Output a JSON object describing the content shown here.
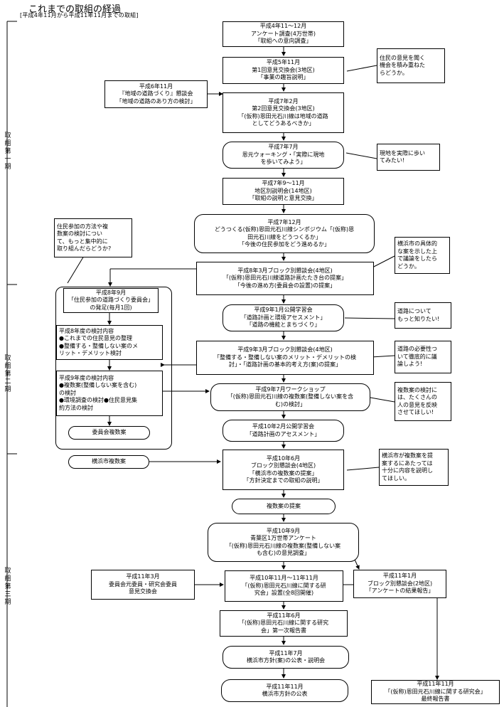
{
  "header": {
    "title": "これまでの取組の経過",
    "subtitle": "[平成4年11月から平成11年11月までの取組]"
  },
  "phases": [
    "取組第一期",
    "取組第二期",
    "取組第三期"
  ],
  "steps": {
    "s1": [
      "平成4年11～12月",
      "アンケート調査(4万世帯)",
      "「取組への意向調査」"
    ],
    "s2": [
      "平成5年11月",
      "第1回意見交換会(3地区)",
      "「事業の趣旨説明」"
    ],
    "s3": [
      "平成7年2月",
      "第2回意見交換会(3地区)",
      "「(仮称)恩田元石川線は地域の道路",
      "としてどうあるべきか」"
    ],
    "s4": [
      "平成7年7月",
      "恩元ウォーキング・「実際に現地",
      "を歩いてみよう」"
    ],
    "s5": [
      "平成7年9～11月",
      "地区別説明会(14地区)",
      "「取組の説明と意見交換」"
    ],
    "s6": [
      "平成7年12月",
      "どうつくる(仮称)恩田元石川線シンポジウム「(仮称)恩",
      "田元石川線をどうつくるか」",
      "「今後の住民参加をどう進めるか」"
    ],
    "s7": [
      "平成8年3月ブロック別懇談会(4地区)",
      "「(仮称)恩田元石川線道路計画たたき台の提案」",
      "「今後の進め方(委員会の設置)の提案」"
    ],
    "s8": [
      "平成9年1月公開学習会",
      "「道路計画と環境アセスメント」",
      "「道路の機能とまちづくり」"
    ],
    "s9": [
      "平成9年3月ブロック別懇談会(4地区)",
      "「整備する・整備しない案のメリット・デメリットの検",
      "討」・「道路計画の基本的考え方(案)の提案」"
    ],
    "s10": [
      "平成9年7月ワークショップ",
      "「(仮称)恩田元石川線の複数案(整備しない案を含",
      "む)の検討」"
    ],
    "s11": [
      "平成10年2月公開学習会",
      "「道路計画のアセスメント」"
    ],
    "s12": [
      "平成10年6月",
      "ブロック別懇談会(4地区)",
      "「横浜市の複数案の提案」",
      "「方針決定までの取組の説明」"
    ],
    "s13": [
      "複数案の提案"
    ],
    "s14": [
      "平成10年9月",
      "青葉区1万世帯アンケート",
      "「(仮称)恩田元石川線の複数案(整備しない案",
      "も含む)の意見調査」"
    ],
    "s15": [
      "平成10年11月～11年11月",
      "「(仮称)恩田元石川線に関する研",
      "究会」設置(全8回開催)"
    ],
    "s16": [
      "平成11年6月",
      "「(仮称)恩田元石川線に関する研究",
      "会」第一次報告書"
    ],
    "s17": [
      "平成11年7月",
      "横浜市方針(案)の公表・説明会"
    ],
    "s18": [
      "平成11年11月",
      "横浜市方針の公表"
    ]
  },
  "side": {
    "a1": [
      "平成6年11月",
      "『地域の道路づくり』懇談会",
      "「地域の道路のあり方の検討」"
    ],
    "a2": [
      "平成11年3月",
      "委員会元委員・研究会委員",
      "意見交換会"
    ],
    "a3": [
      "平成11年1月",
      "ブロック別懇談会(2地区)",
      "「アンケートの結果報告」"
    ],
    "a4": [
      "平成11年11月",
      "「(仮称)恩田元石川線に関する研究会」",
      "最終報告書"
    ],
    "c0": [
      "平成8年9月",
      "「住民参加の道路づくり委員会」",
      "の発足(毎月1回)"
    ],
    "c1": [
      "平成8年度の検討内容",
      "●これまでの住民意見の整理",
      "●整備する・整備しない案のメ",
      "リット・デメリット検討"
    ],
    "c2": [
      "平成9年度の検討内容",
      "●複数案(整備しない案を含む)",
      "の検討",
      "●環境調査の検討●住民意見集",
      "約方法の検討"
    ],
    "c3": [
      "委員会複数案"
    ],
    "c4": [
      "横浜市複数案"
    ]
  },
  "notes": {
    "n1": [
      "住民の意見を聞く",
      "機会を積み重ねた",
      "らどうか。"
    ],
    "n2": [
      "現地を実際に歩い",
      "てみたい!"
    ],
    "n3": [
      "住民参加の方法や複",
      "数案の検討につい",
      "て、もっと集中的に",
      "取り組んだらどうか?"
    ],
    "n4": [
      "横浜市の具体的",
      "な案を示した上",
      "で議論をしたら",
      "どうか。"
    ],
    "n5": [
      "道路について",
      "もっと知りたい!"
    ],
    "n6": [
      "道路の必要性つ",
      "いて徹底的に議",
      "論しよう!"
    ],
    "n7": [
      "複数案の検討に",
      "は、たくさんの",
      "人の意見を反映",
      "させてほしい!"
    ],
    "n8": [
      "横浜市が複数案を提",
      "案するにあたっては",
      "十分に内容を説明し",
      "てほしい。"
    ]
  }
}
